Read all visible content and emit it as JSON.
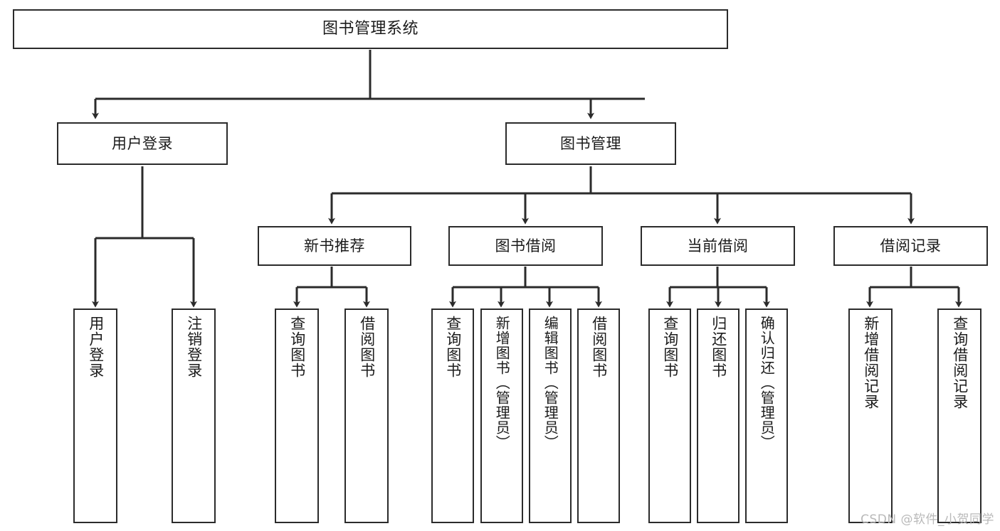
{
  "diagram": {
    "type": "tree",
    "title": "图书管理系统",
    "watermark": "CSDN @软件_小贺同学",
    "nodes": {
      "root": {
        "label": "图书管理系统"
      },
      "level2": [
        {
          "id": "user-login",
          "label": "用户登录"
        },
        {
          "id": "book-manage",
          "label": "图书管理"
        }
      ],
      "level3": [
        {
          "id": "new-book-recommend",
          "label": "新书推荐"
        },
        {
          "id": "book-borrow",
          "label": "图书借阅"
        },
        {
          "id": "current-borrow",
          "label": "当前借阅"
        },
        {
          "id": "borrow-record",
          "label": "借阅记录"
        }
      ],
      "leaves": {
        "user-login": [
          {
            "id": "leaf-user-login",
            "label": "用户登录"
          },
          {
            "id": "leaf-logout-login",
            "label": "注销登录"
          }
        ],
        "new-book-recommend": [
          {
            "id": "leaf-query-book-1",
            "label": "查询图书"
          },
          {
            "id": "leaf-borrow-book-1",
            "label": "借阅图书"
          }
        ],
        "book-borrow": [
          {
            "id": "leaf-query-book-2",
            "label": "查询图书"
          },
          {
            "id": "leaf-add-book",
            "label": "新增图书（管理员）"
          },
          {
            "id": "leaf-edit-book",
            "label": "编辑图书（管理员）"
          },
          {
            "id": "leaf-borrow-book-2",
            "label": "借阅图书"
          }
        ],
        "current-borrow": [
          {
            "id": "leaf-query-book-3",
            "label": "查询图书"
          },
          {
            "id": "leaf-return-book",
            "label": "归还图书"
          },
          {
            "id": "leaf-confirm-return",
            "label": "确认归还（管理员）"
          }
        ],
        "borrow-record": [
          {
            "id": "leaf-add-record",
            "label": "新增借阅记录"
          },
          {
            "id": "leaf-query-record",
            "label": "查询借阅记录"
          }
        ]
      }
    },
    "colors": {
      "stroke": "#2b2b2b",
      "fill": "#ffffff",
      "text": "#1b1b1b",
      "watermark": "#b9b9b9"
    }
  }
}
